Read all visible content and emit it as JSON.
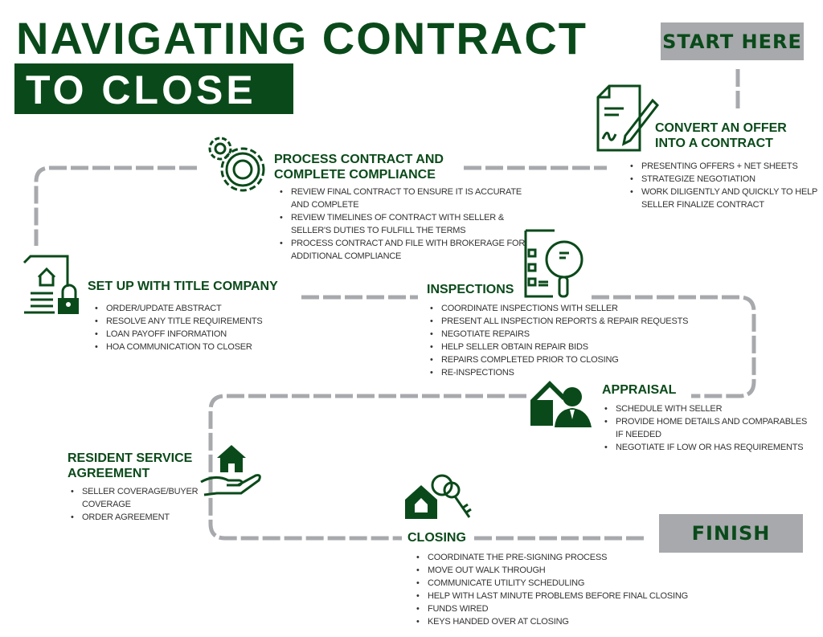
{
  "title": {
    "line1": "NAVIGATING CONTRACT",
    "line2": "TO CLOSE"
  },
  "start_label": "START HERE",
  "finish_label": "FINISH",
  "colors": {
    "green": "#0a4a1a",
    "gray": "#a7a9ac"
  },
  "steps": [
    {
      "id": "convert",
      "icon": "contract-signing-icon",
      "title_l1": "CONVERT AN OFFER",
      "title_l2": "INTO A CONTRACT",
      "items": [
        "Presenting offers + net sheets",
        "Strategize negotiation",
        "Work diligently and quickly to help seller finalize contract"
      ]
    },
    {
      "id": "process",
      "icon": "gears-icon",
      "title_l1": "PROCESS CONTRACT AND",
      "title_l2": "COMPLETE COMPLIANCE",
      "items": [
        "Review final contract to ensure it is accurate and complete",
        "Review timelines of contract with seller & seller's duties to fulfill the terms",
        "Process contract and file with brokerage for additional compliance"
      ]
    },
    {
      "id": "title",
      "icon": "document-lock-icon",
      "title_l1": "SET UP WITH TITLE COMPANY",
      "items": [
        "Order/update abstract",
        "Resolve any title requirements",
        "Loan payoff information",
        "HOA communication to closer"
      ]
    },
    {
      "id": "inspections",
      "icon": "checklist-magnifier-icon",
      "title_l1": "INSPECTIONS",
      "items": [
        "Coordinate inspections with seller",
        "Present all inspection reports & repair requests",
        "Negotiate repairs",
        "Help seller obtain repair bids",
        "Repairs completed prior to closing",
        "Re-inspections"
      ]
    },
    {
      "id": "appraisal",
      "icon": "house-person-icon",
      "title_l1": "APPRAISAL",
      "items": [
        "Schedule with seller",
        "Provide home details and comparables if needed",
        "Negotiate if low or has requirements"
      ]
    },
    {
      "id": "rsa",
      "icon": "hand-house-icon",
      "title_l1": "RESIDENT SERVICE",
      "title_l2": "AGREEMENT",
      "items": [
        "Seller coverage/buyer coverage",
        "Order agreement"
      ]
    },
    {
      "id": "closing",
      "icon": "keys-icon",
      "title_l1": "CLOSING",
      "items": [
        "Coordinate the pre-signing process",
        "Move out walk through",
        "Communicate utility scheduling",
        "Help with last minute problems before final closing",
        "Funds wired",
        "Keys handed over at closing"
      ]
    }
  ]
}
